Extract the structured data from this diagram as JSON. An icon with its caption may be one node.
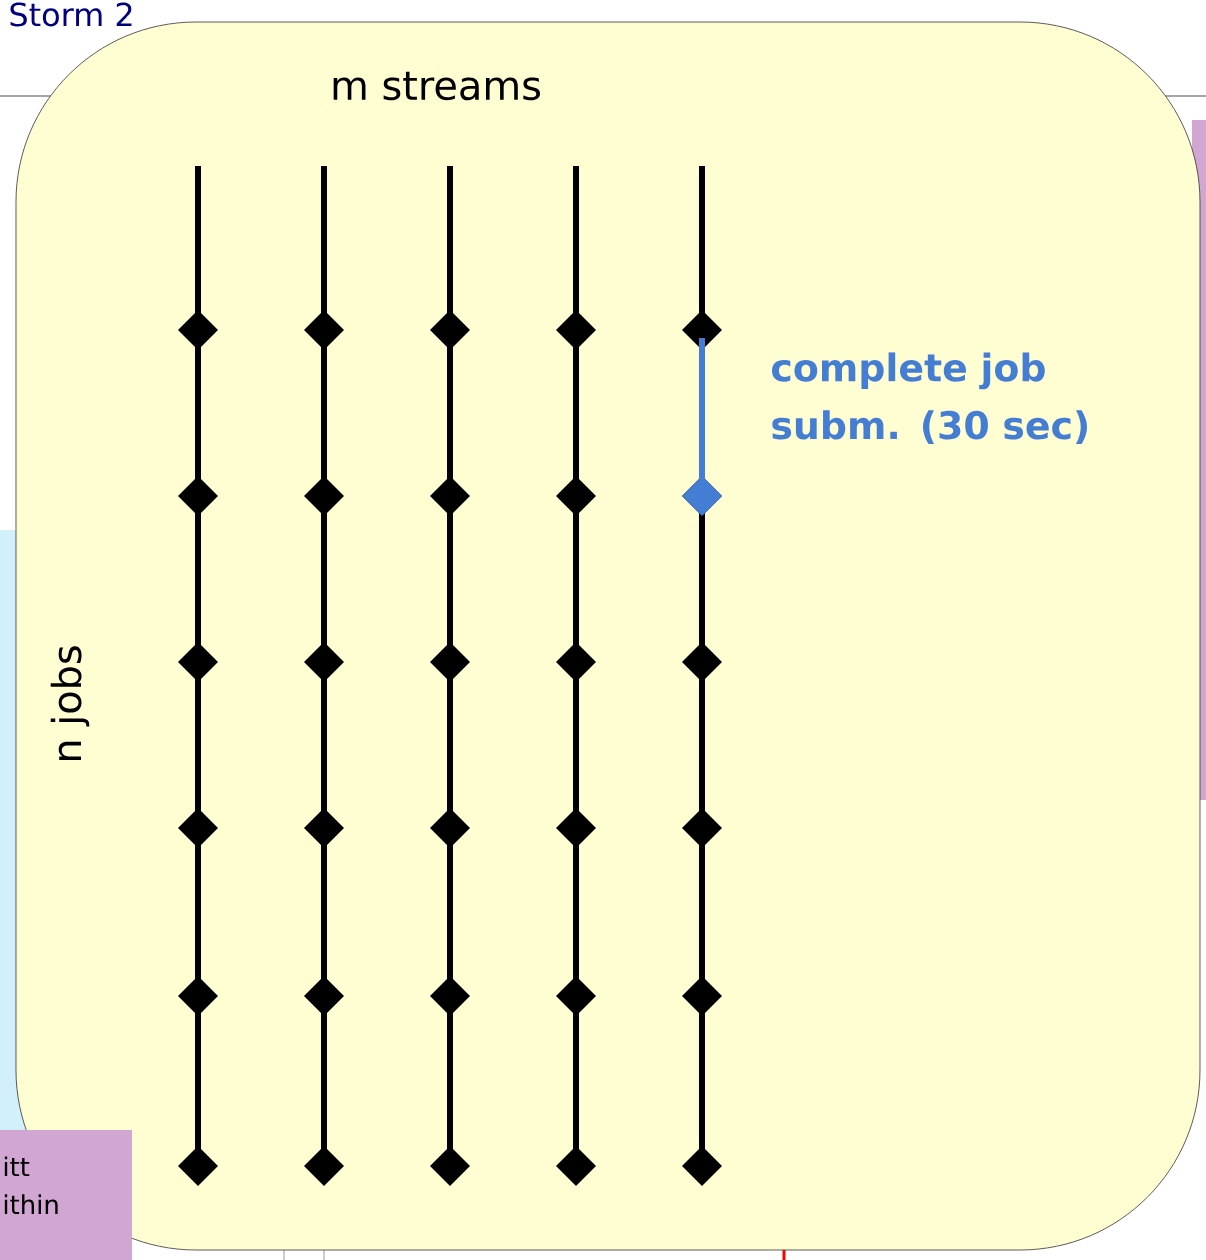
{
  "diagram": {
    "nodes": [
      {
        "text": [
          "m streams",
          "n jobs",
          "complete job subm. (30 sec)"
        ]
      }
    ],
    "labels": [
      "Storm 2",
      "itt ithin"
    ]
  }
}
